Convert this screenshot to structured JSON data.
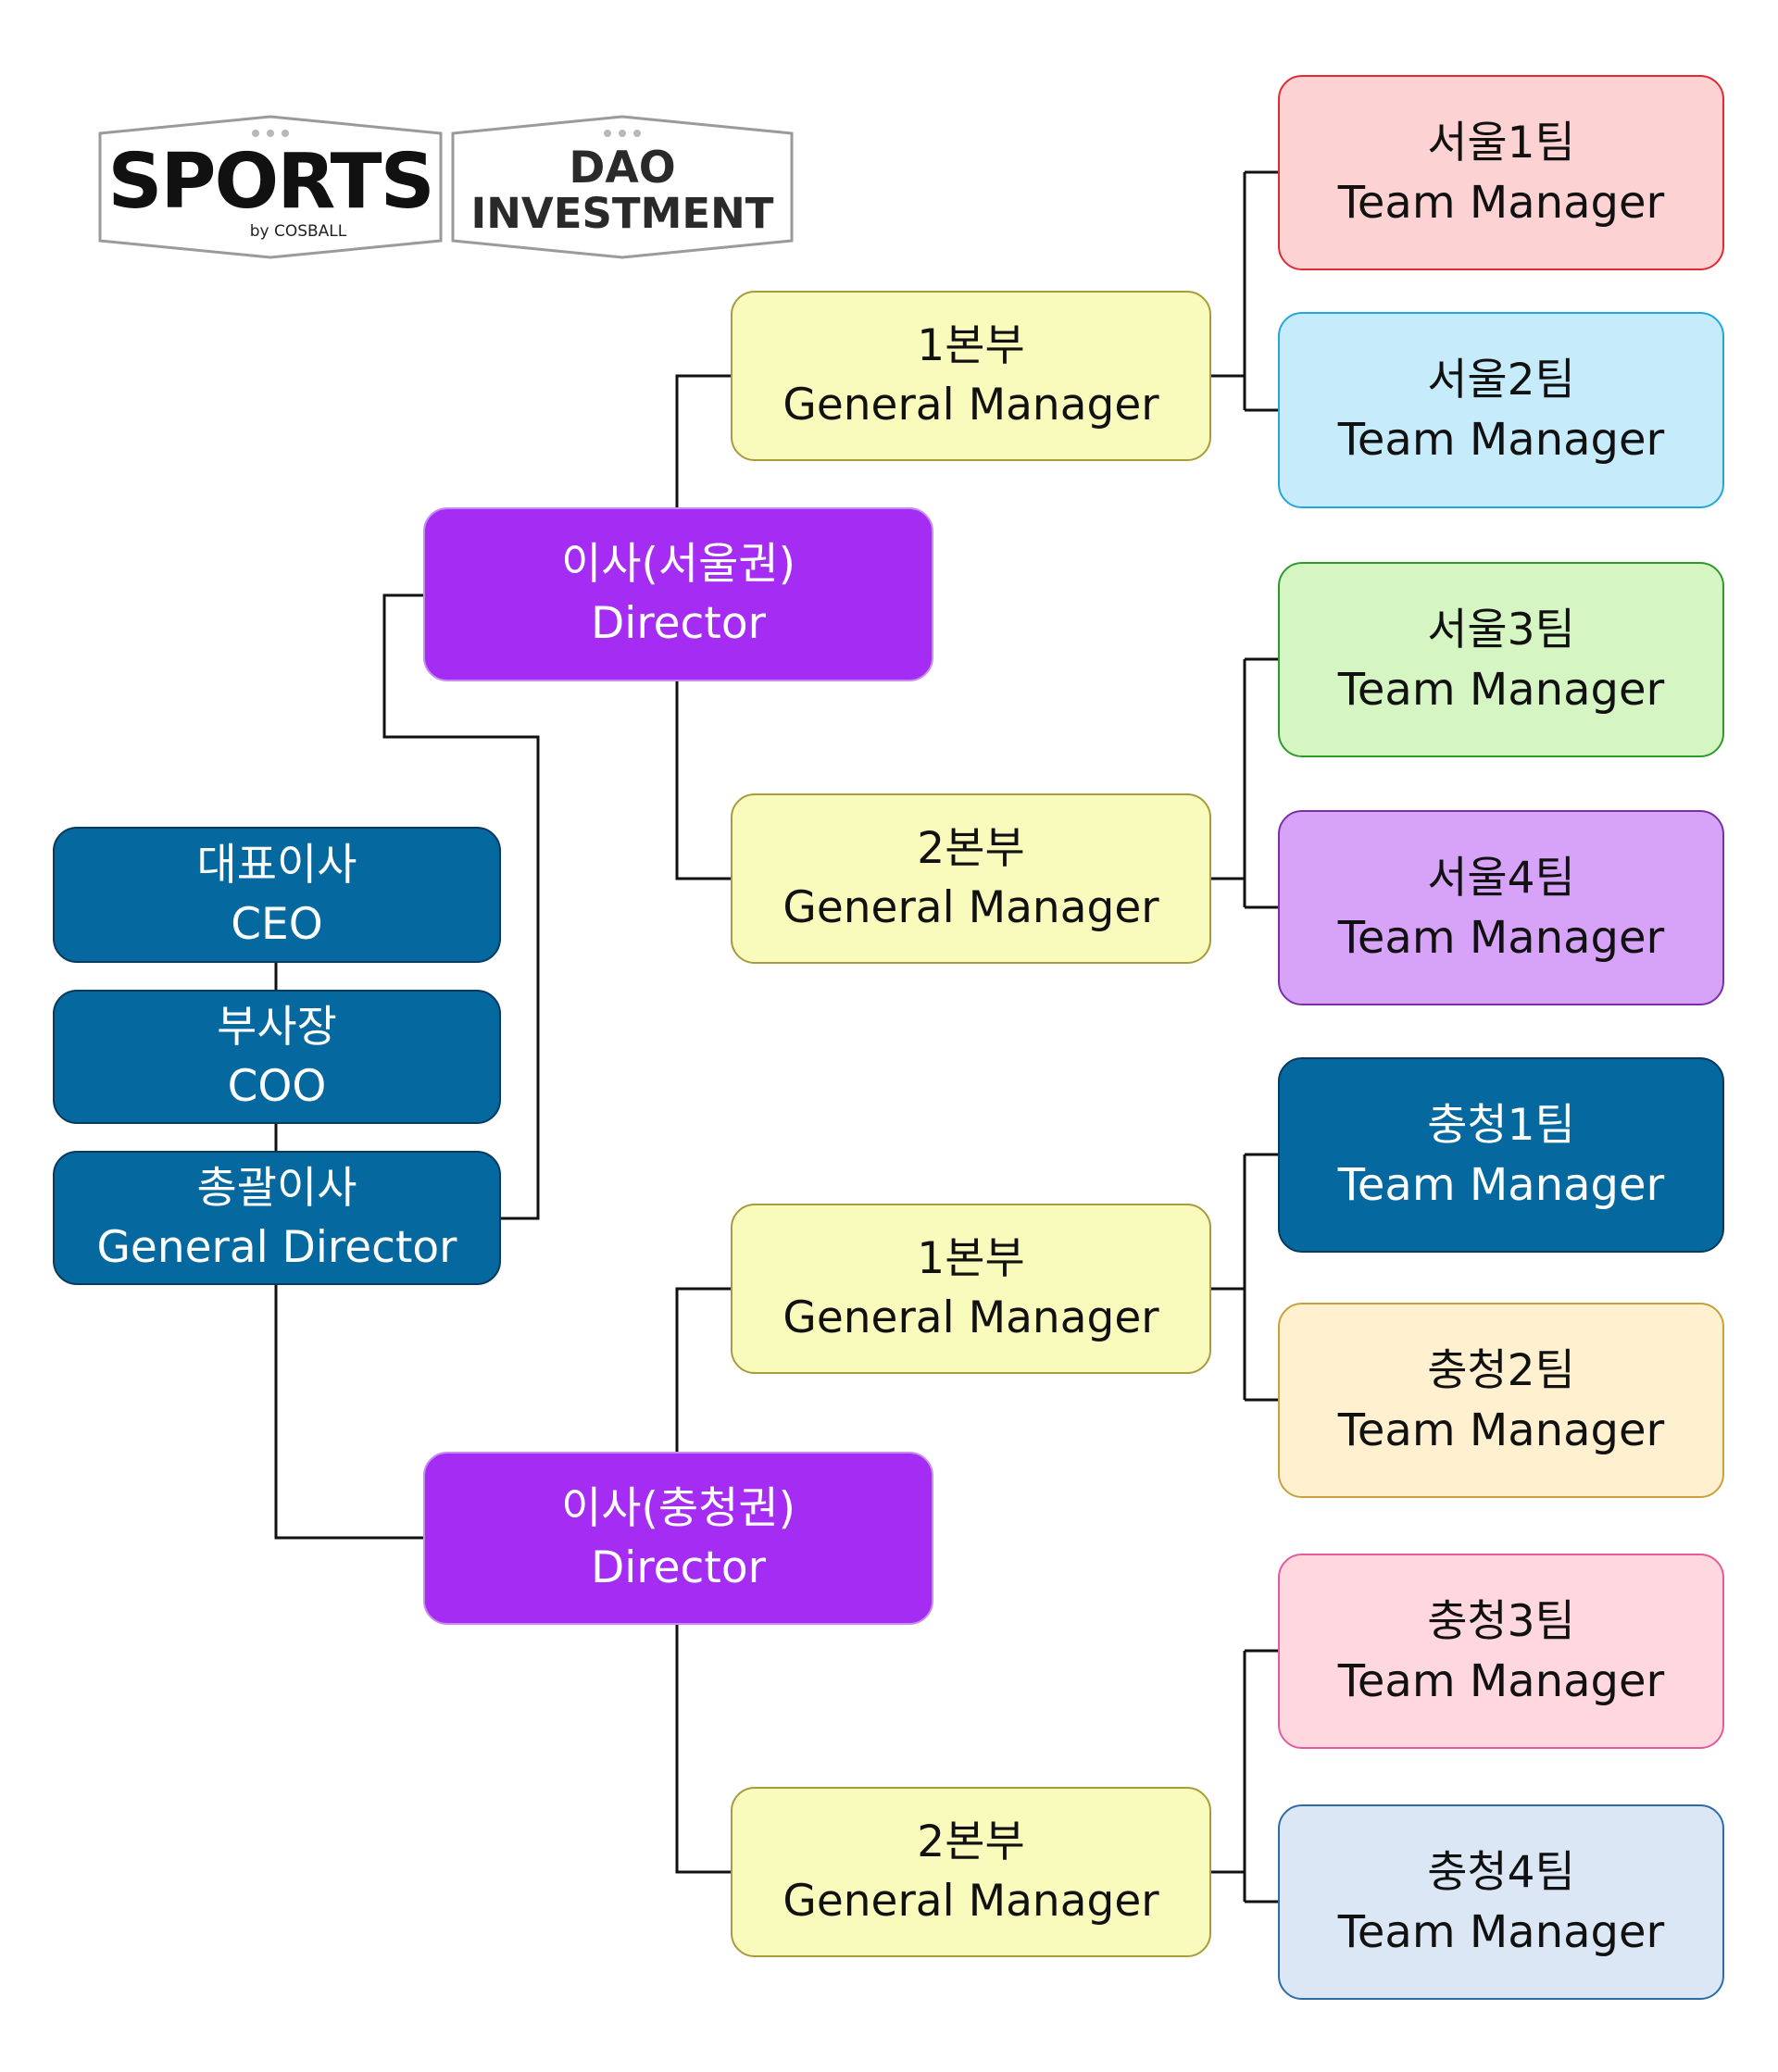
{
  "logos": {
    "sports": {
      "title": "SPORTS",
      "sub": "by COSBALL"
    },
    "dao": {
      "line1": "DAO",
      "line2": "INVESTMENT"
    }
  },
  "exec": {
    "ceo": {
      "kr": "대표이사",
      "en": "CEO"
    },
    "coo": {
      "kr": "부사장",
      "en": "COO"
    },
    "gd": {
      "kr": "총괄이사",
      "en": "General Director"
    }
  },
  "directors": {
    "seoul": {
      "kr": "이사(서울권)",
      "en": "Director"
    },
    "chungcheong": {
      "kr": "이사(충청권)",
      "en": "Director"
    }
  },
  "gms": {
    "seoul1": {
      "kr": "1본부",
      "en": "General Manager"
    },
    "seoul2": {
      "kr": "2본부",
      "en": "General Manager"
    },
    "cc1": {
      "kr": "1본부",
      "en": "General Manager"
    },
    "cc2": {
      "kr": "2본부",
      "en": "General Manager"
    }
  },
  "teams": [
    {
      "kr": "서울1팀",
      "en": "Team Manager",
      "bg": "#fdd2d3",
      "border": "#e02a35",
      "text": "#111111"
    },
    {
      "kr": "서울2팀",
      "en": "Team Manager",
      "bg": "#c6ecfb",
      "border": "#22a6dc",
      "text": "#111111"
    },
    {
      "kr": "서울3팀",
      "en": "Team Manager",
      "bg": "#d5f5c3",
      "border": "#2f9a2c",
      "text": "#111111"
    },
    {
      "kr": "서울4팀",
      "en": "Team Manager",
      "bg": "#d6a3f8",
      "border": "#7a2fa6",
      "text": "#111111"
    },
    {
      "kr": "충청1팀",
      "en": "Team Manager",
      "bg": "#05689f",
      "border": "#083a5e",
      "text": "#ffffff"
    },
    {
      "kr": "충청2팀",
      "en": "Team Manager",
      "bg": "#fff1d0",
      "border": "#c9a03a",
      "text": "#111111"
    },
    {
      "kr": "충청3팀",
      "en": "Team Manager",
      "bg": "#ffd8df",
      "border": "#e45b9b",
      "text": "#111111"
    },
    {
      "kr": "충청4팀",
      "en": "Team Manager",
      "bg": "#dce7f5",
      "border": "#2e6ca8",
      "text": "#111111"
    }
  ]
}
